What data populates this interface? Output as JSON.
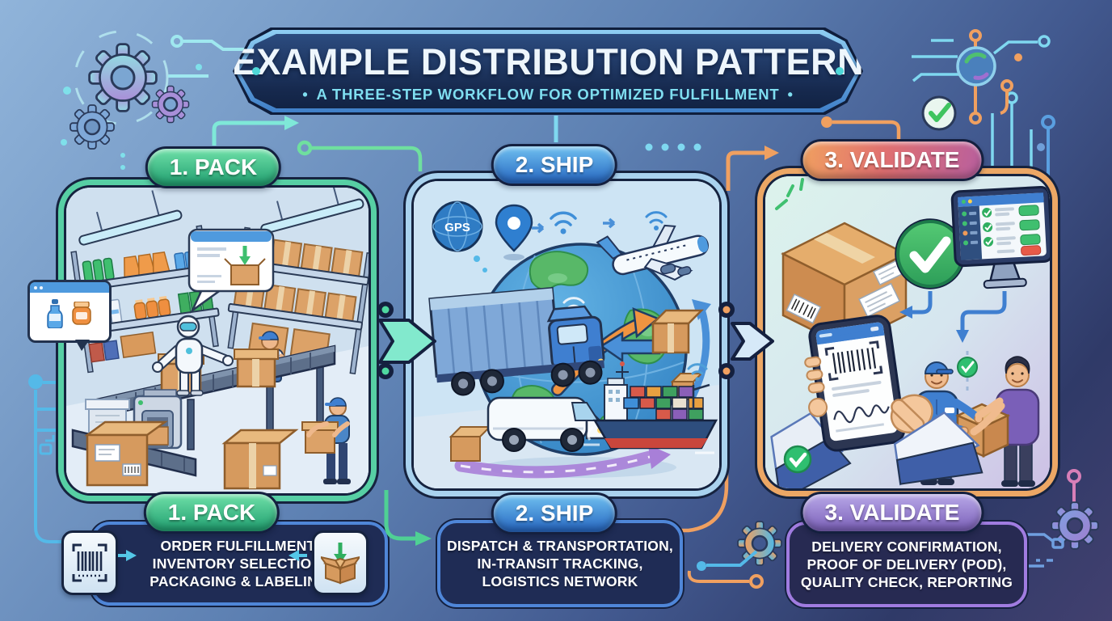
{
  "title": {
    "main": "EXAMPLE DISTRIBUTION PATTERN",
    "subtitle": "A THREE-STEP WORKFLOW FOR OPTIMIZED FULFILLMENT",
    "bullet": "•"
  },
  "steps": {
    "pack": {
      "badge": "1. PACK",
      "desc_lines": [
        "ORDER FULFILLMENT,",
        "INVENTORY SELECTION,",
        "PACKAGING & LABELING"
      ]
    },
    "ship": {
      "badge": "2. SHIP",
      "desc_lines": [
        "DISPATCH & TRANSPORTATION,",
        "IN-TRANSIT TRACKING,",
        "LOGISTICS NETWORK"
      ],
      "gps_label": "GPS"
    },
    "validate": {
      "badge": "3. VALIDATE",
      "desc_lines": [
        "DELIVERY CONFIRMATION,",
        "PROOF OF DELIVERY (POD),",
        "QUALITY CHECK, REPORTING"
      ]
    }
  },
  "colors": {
    "background_top": "#8db2d9",
    "background_bottom": "#3b3a6c",
    "banner_fill": "#1c2e56",
    "banner_border": "#5fa8e4",
    "subtitle_text": "#7fdef0",
    "pack_accent": "#57cfa4",
    "ship_accent": "#a9d2ee",
    "validate_accent_top": "#ef9a58",
    "validate_accent_bottom": "#8a63b8",
    "desc_box_fill": "#1f2c55",
    "desc_box_border_blue": "#4f86d8",
    "desc_box_border_purple": "#a07ce0"
  },
  "icons": {
    "barcode-icon": "barcode",
    "open-box-icon": "open box with down arrow",
    "gps-badge-icon": "GPS globe badge",
    "location-pin-icon": "map pin",
    "wifi-icon": "wifi arcs",
    "check-icon": "✓",
    "gear-icon": "gear"
  }
}
